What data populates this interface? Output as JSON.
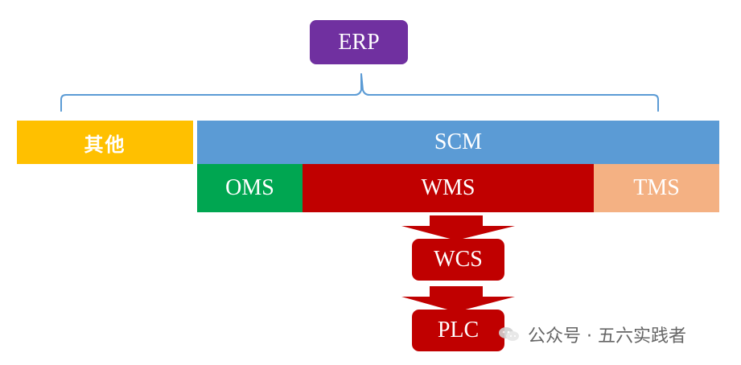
{
  "diagram": {
    "top": "ERP",
    "left_block": "其他",
    "scm": "SCM",
    "subsystems": {
      "oms": "OMS",
      "wms": "WMS",
      "tms": "TMS"
    },
    "downstream": {
      "wcs": "WCS",
      "plc": "PLC"
    }
  },
  "watermark": {
    "text": "公众号 · 五六实践者",
    "icon": "wechat-icon"
  },
  "colors": {
    "erp": "#7030a0",
    "other": "#ffc000",
    "scm": "#5b9bd5",
    "oms": "#00a651",
    "wms": "#c00000",
    "tms": "#f4b183",
    "wcs": "#c00000",
    "plc": "#c00000",
    "brace": "#5b9bd5"
  }
}
